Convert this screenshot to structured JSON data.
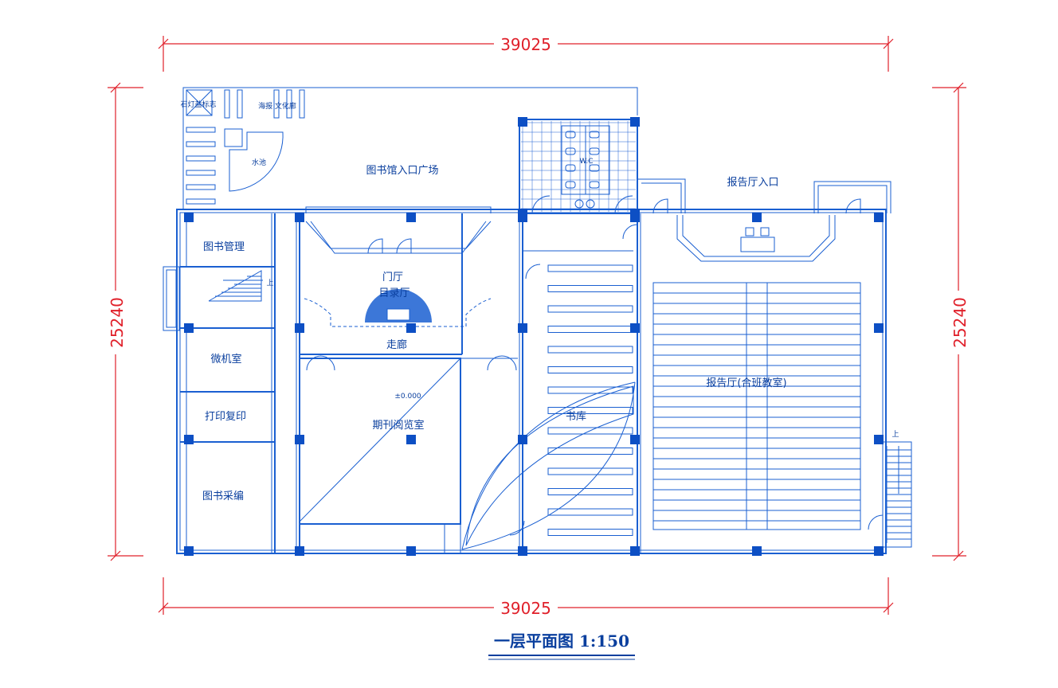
{
  "dimensions": {
    "top_width": "39025",
    "bottom_width": "39025",
    "left_height": "25240",
    "right_height": "25240"
  },
  "rooms": {
    "shop": "石灯盐标志",
    "kiosk": "海报 文化廊",
    "pool": "水池",
    "plaza": "图书馆入口广场",
    "wc": "W.C",
    "hall_entrance": "报告厅入口",
    "book_mgmt": "图书管理",
    "stair_up_left": "上",
    "lobby": "门厅",
    "catalog": "目录厅",
    "corridor": "走廊",
    "computer_room": "微机室",
    "print_copy": "打印复印",
    "acquisition": "图书采编",
    "elevation": "±0.000",
    "periodical_room": "期刊阅览室",
    "stacks": "书库",
    "auditorium": "报告厅(合班教室)",
    "stair_up_right": "上"
  },
  "title": "一层平面图   1:150",
  "colors": {
    "walls": "#1a5fd1",
    "dimensions": "#e0202a",
    "text": "#0a3f9e"
  }
}
